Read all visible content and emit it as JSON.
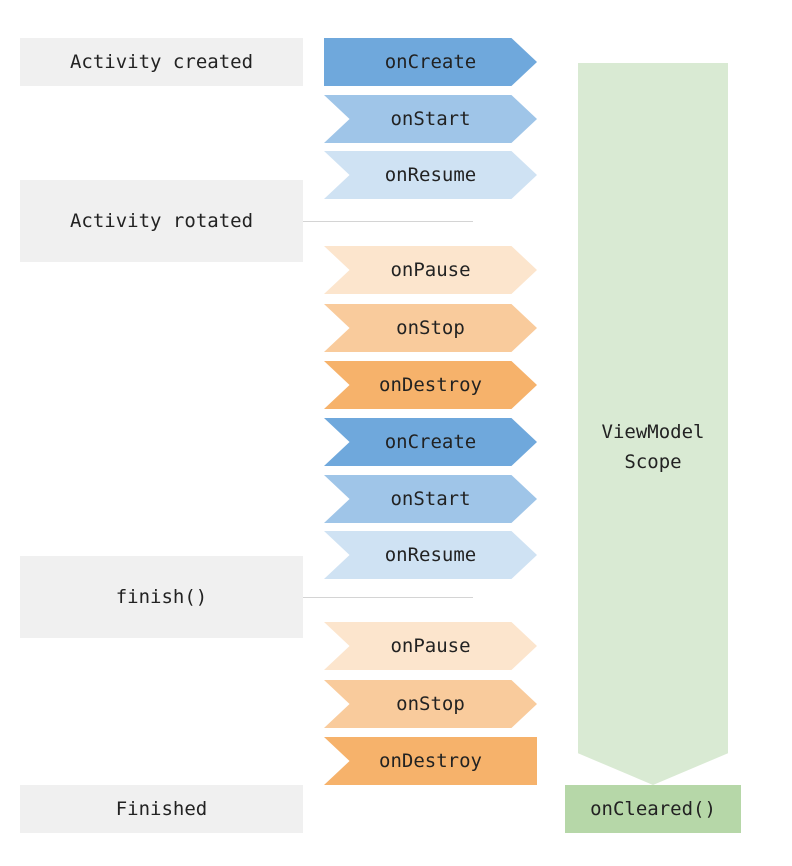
{
  "states": [
    {
      "label": "Activity created"
    },
    {
      "label": "Activity rotated"
    },
    {
      "label": "finish()"
    },
    {
      "label": "Finished"
    }
  ],
  "callbacks": [
    {
      "label": "onCreate",
      "color": "#6fa8dc"
    },
    {
      "label": "onStart",
      "color": "#9fc5e8"
    },
    {
      "label": "onResume",
      "color": "#cfe2f3"
    },
    {
      "label": "onPause",
      "color": "#fce5cd"
    },
    {
      "label": "onStop",
      "color": "#f9cb9c"
    },
    {
      "label": "onDestroy",
      "color": "#f6b26b"
    },
    {
      "label": "onCreate",
      "color": "#6fa8dc"
    },
    {
      "label": "onStart",
      "color": "#9fc5e8"
    },
    {
      "label": "onResume",
      "color": "#cfe2f3"
    },
    {
      "label": "onPause",
      "color": "#fce5cd"
    },
    {
      "label": "onStop",
      "color": "#f9cb9c"
    },
    {
      "label": "onDestroy",
      "color": "#f6b26b"
    }
  ],
  "scope": {
    "line1": "ViewModel",
    "line2": "Scope",
    "color": "#d9ead3"
  },
  "cleared": {
    "label": "onCleared()",
    "color": "#b6d7a8"
  }
}
